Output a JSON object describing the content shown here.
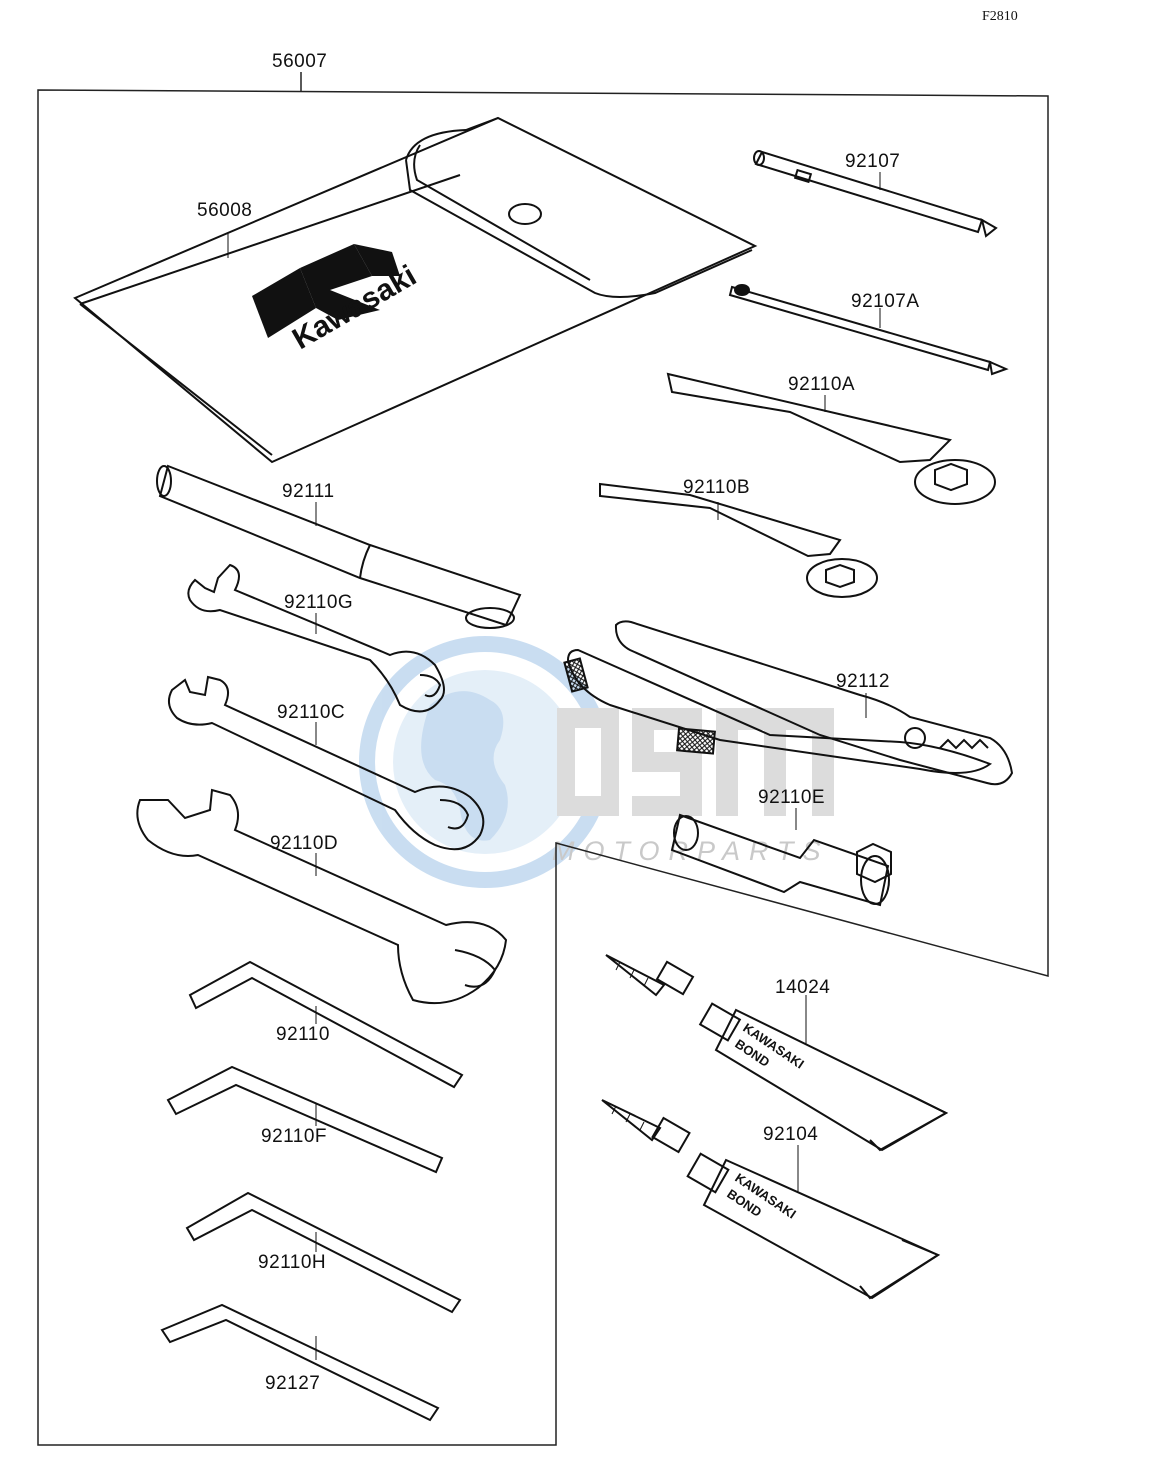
{
  "figure_id": "F2810",
  "watermark": {
    "brand": "OSM",
    "sub": "MOTORPARTS",
    "color": "#9ec3e6"
  },
  "pouch": {
    "brand_text": "Kawasaki"
  },
  "tube_label": {
    "line1": "KAWASAKI",
    "line2": "BOND"
  },
  "parts": {
    "kit": "56007",
    "pouch": "56008",
    "screwdriver": "92107",
    "screwdriver_a": "92107A",
    "ring_wrench_a": "92110A",
    "ring_wrench_b": "92110B",
    "extension_bar": "92111",
    "wrench_g": "92110G",
    "wrench_c": "92110C",
    "wrench_d": "92110D",
    "pliers": "92112",
    "plug_socket": "92110E",
    "hex_key": "92110",
    "hex_key_f": "92110F",
    "hex_key_h": "92110H",
    "hex_key_127": "92127",
    "bond_1": "14024",
    "bond_2": "92104"
  }
}
